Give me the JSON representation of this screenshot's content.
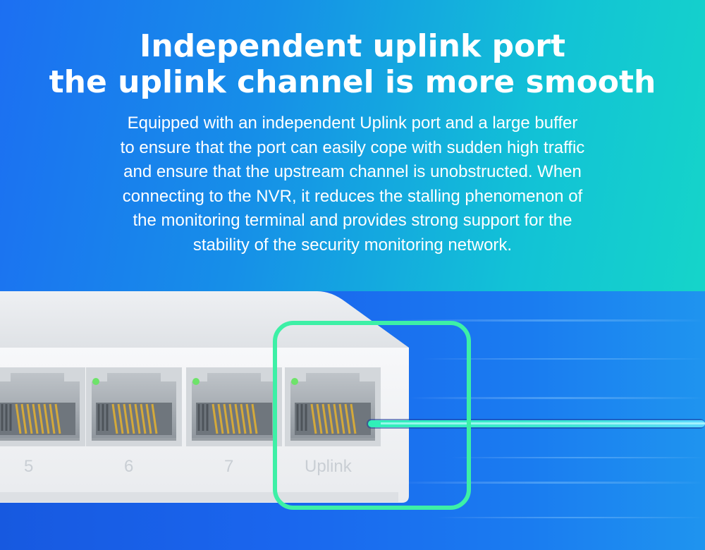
{
  "heading": {
    "line1": "Independent uplink port",
    "line2": "the uplink channel is more smooth"
  },
  "description": {
    "lines": [
      "Equipped with an independent Uplink port and a large buffer",
      "to ensure that the port can easily cope with sudden high traffic",
      "and ensure that the upstream channel is unobstructed. When",
      "connecting to the NVR, it reduces the stalling phenomenon of",
      "the monitoring terminal and provides strong support for the",
      "stability of the security monitoring network."
    ]
  },
  "ports": [
    {
      "label": "5",
      "led": false
    },
    {
      "label": "6",
      "led": true
    },
    {
      "label": "7",
      "led": true
    },
    {
      "label": "Uplink",
      "led": true,
      "highlighted": true
    }
  ],
  "colors": {
    "highlight_green": "#3df0a6",
    "led_green": "#6ee36a",
    "gold_pins": "#d4a93a",
    "switch_body": "#f4f5f7"
  }
}
